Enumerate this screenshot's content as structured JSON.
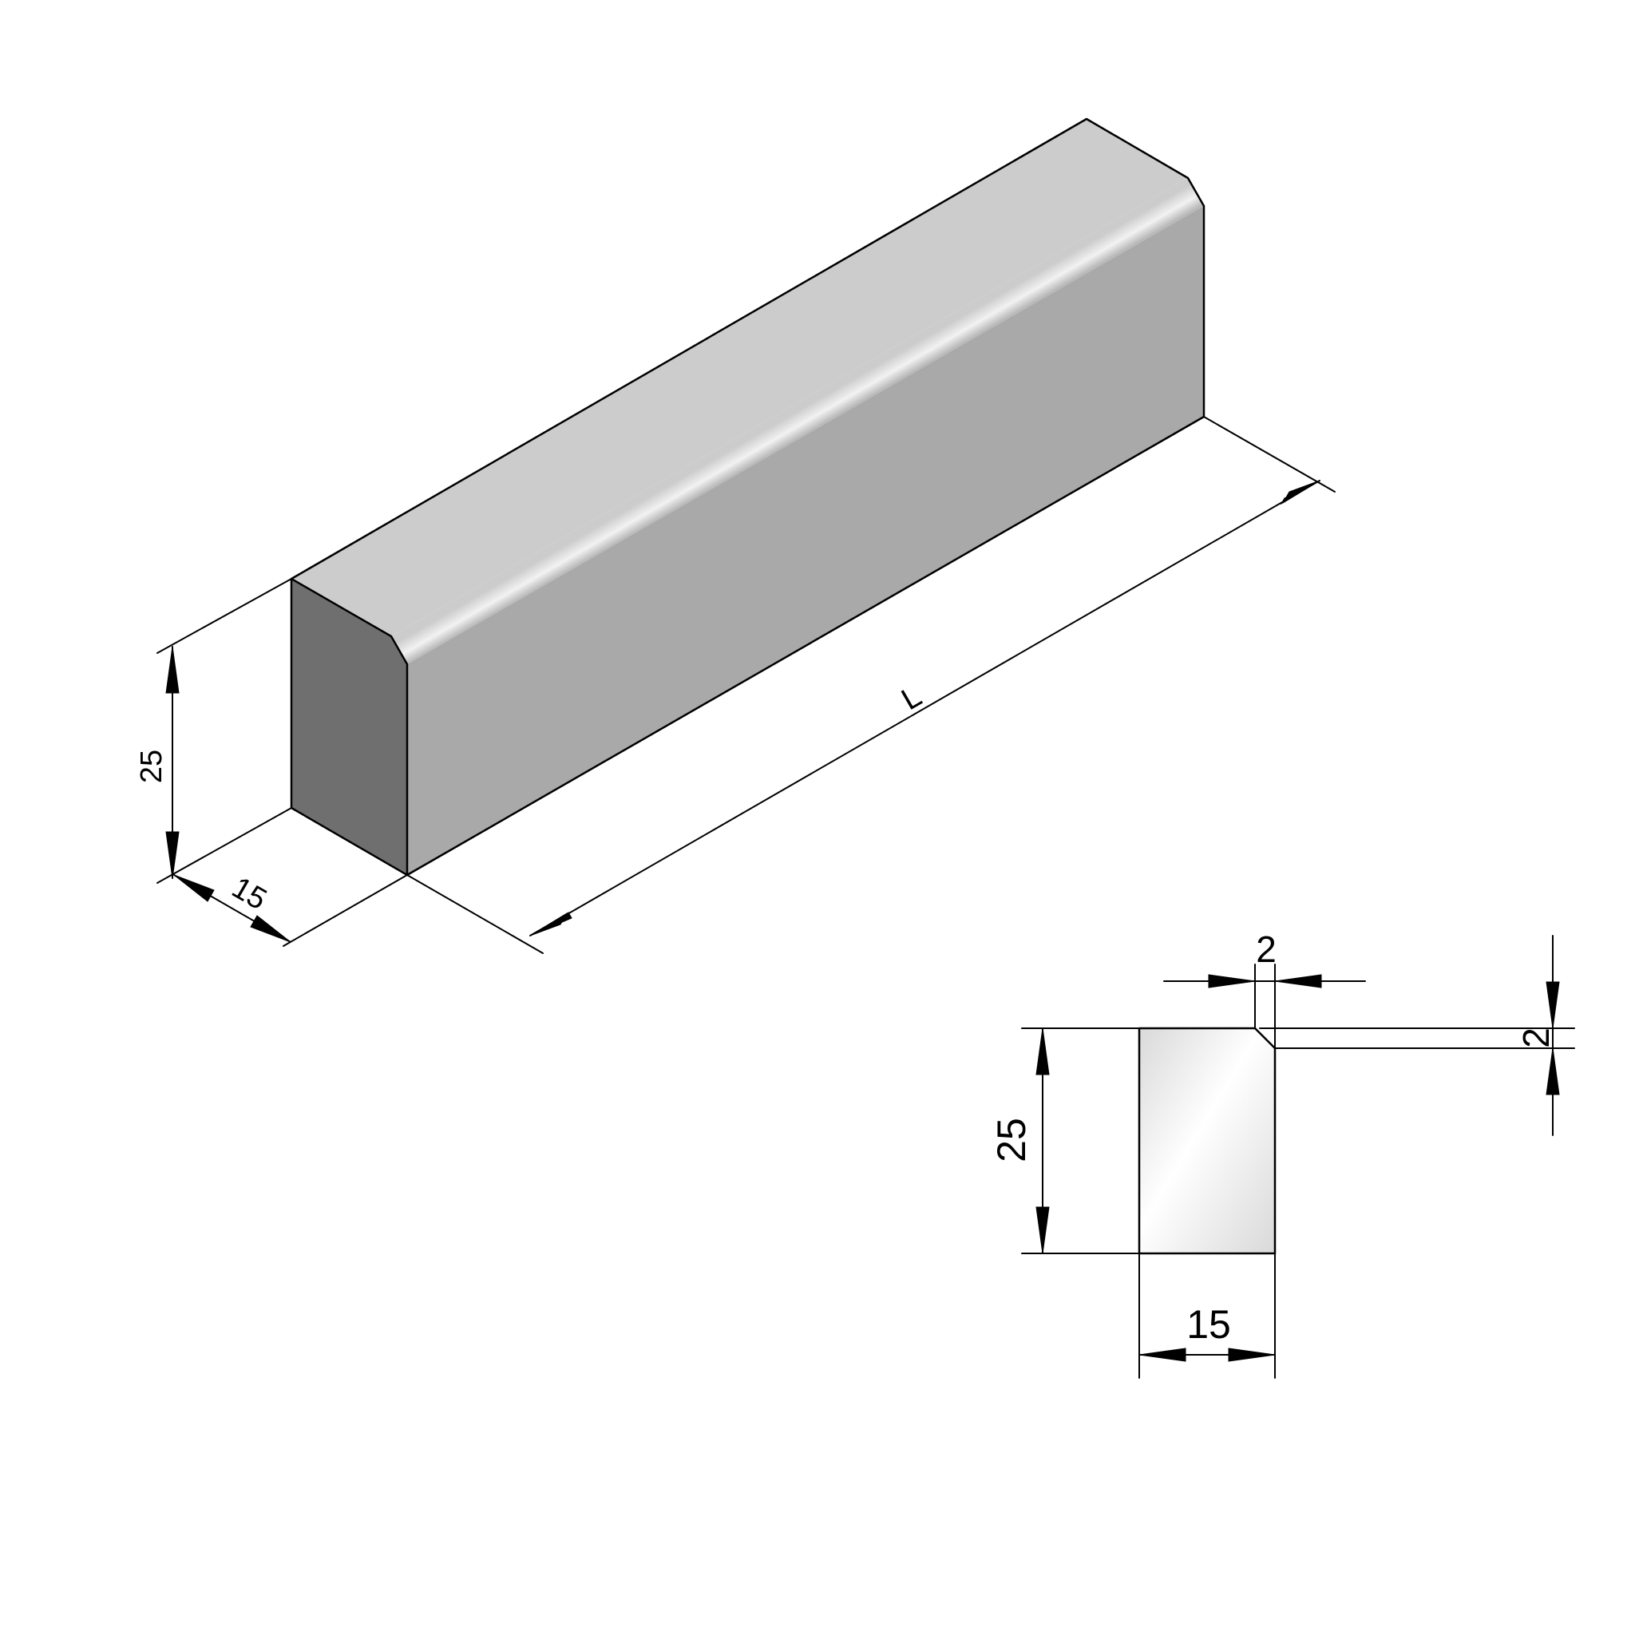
{
  "iso_view": {
    "height_label": "25",
    "width_label": "15",
    "length_label": "L"
  },
  "section_view": {
    "chamfer_width_label": "2",
    "chamfer_height_label": "2",
    "height_label": "25",
    "width_label": "15"
  },
  "colors": {
    "top_face": "#cccccc",
    "highlight": "#f2f2f2",
    "side_face": "#a9a9a9",
    "end_face": "#6f6f6f",
    "section_light": "#ffffff",
    "section_dark": "#d9d9d9",
    "line": "#000000"
  }
}
